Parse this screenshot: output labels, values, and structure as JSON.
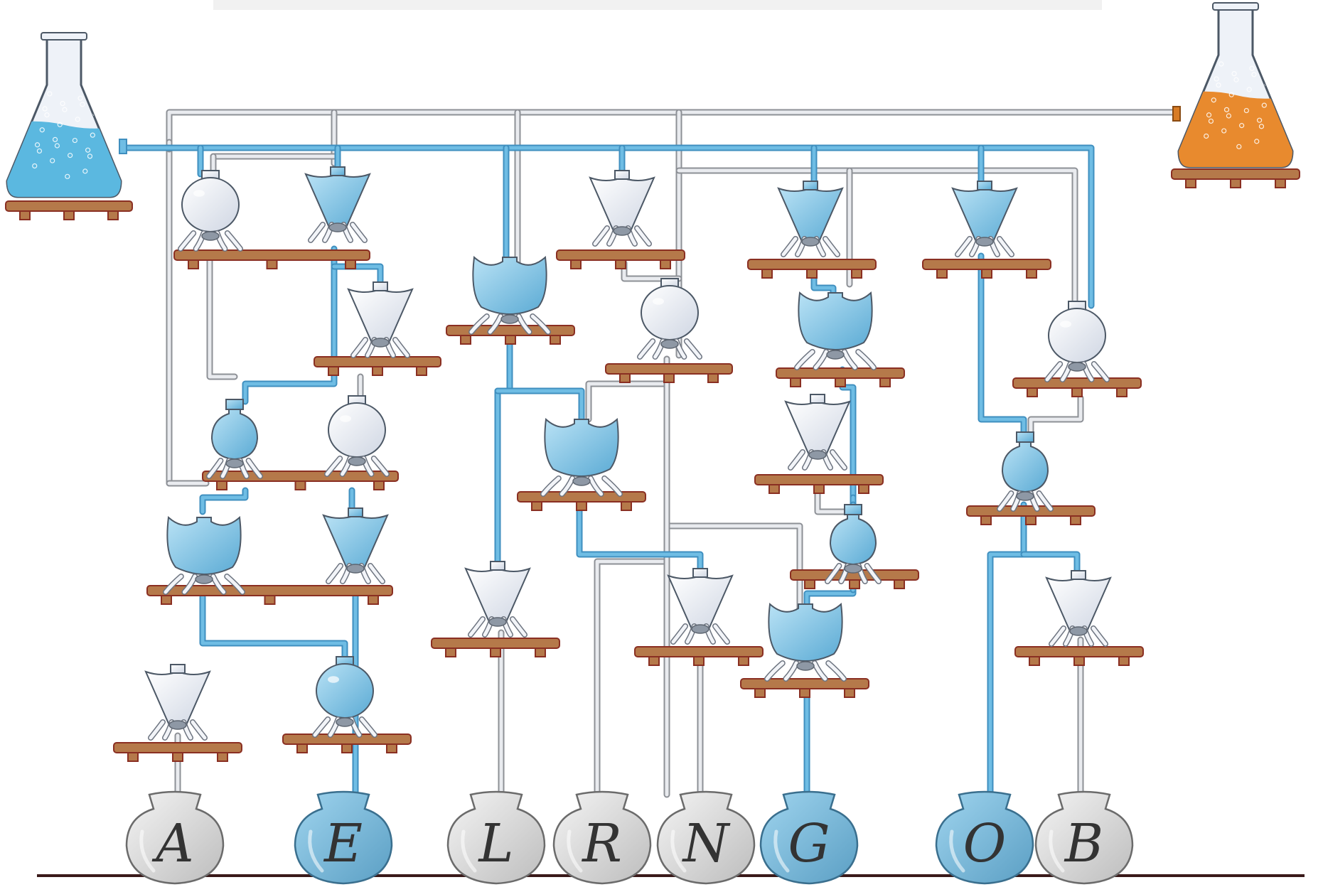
{
  "colors": {
    "background": "#ffffff",
    "blue_liquid": "#5bb8e0",
    "blue_vessel": "#8fcbe8",
    "blue_pipe": "#6fbde4",
    "orange_liquid": "#e88a2e",
    "empty_vessel": "#e4e9f2",
    "empty_pipe": "#c9ccd2",
    "shelf": "#b5794a",
    "shelf_edge": "#8a2f22",
    "ground": "#3a1a1a"
  },
  "sources": [
    {
      "liquid": "blue",
      "icon": "blue-source-flask-icon"
    },
    {
      "liquid": "orange",
      "icon": "orange-source-flask-icon"
    }
  ],
  "targets": [
    {
      "label": "A",
      "filled": false
    },
    {
      "label": "E",
      "filled": true
    },
    {
      "label": "L",
      "filled": false
    },
    {
      "label": "R",
      "filled": false
    },
    {
      "label": "N",
      "filled": false
    },
    {
      "label": "G",
      "filled": true
    },
    {
      "label": "O",
      "filled": true
    },
    {
      "label": "B",
      "filled": false
    }
  ]
}
